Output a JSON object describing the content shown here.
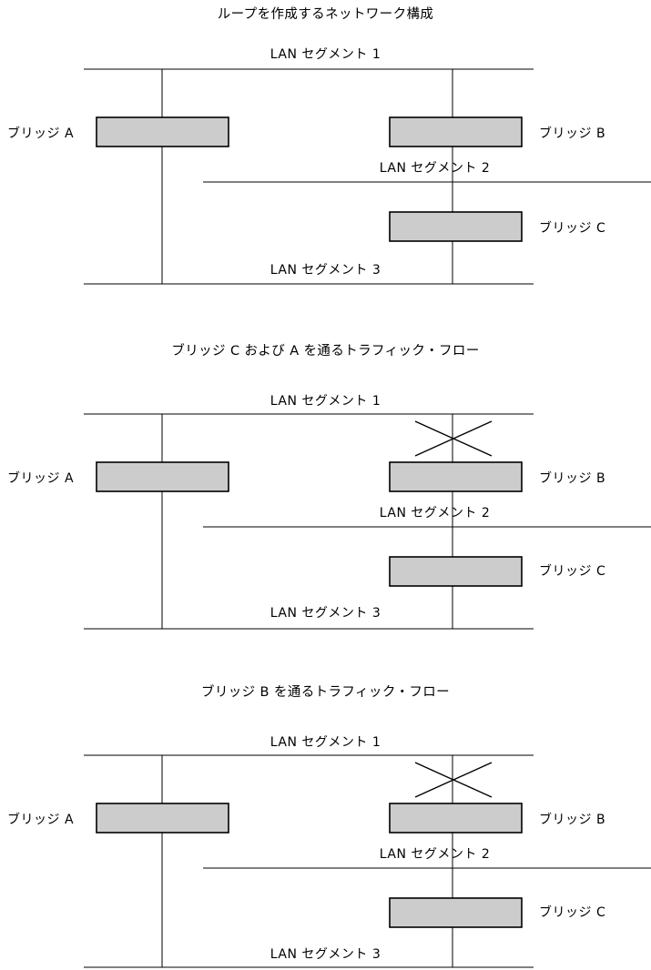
{
  "document": {
    "type": "network-topology-diagram-set",
    "language": "ja",
    "background_color": "#ffffff",
    "line_color": "#000000",
    "bridge_fill_color": "#cccccc"
  },
  "figures": [
    {
      "id": "figure-1",
      "title": "ループを作成するネットワーク構成",
      "segments": [
        {
          "id": "seg1",
          "label": "LAN セグメント 1"
        },
        {
          "id": "seg2",
          "label": "LAN セグメント 2"
        },
        {
          "id": "seg3",
          "label": "LAN セグメント 3"
        }
      ],
      "bridges": [
        {
          "id": "bridge-a",
          "label": "ブリッジ A",
          "label_side": "left"
        },
        {
          "id": "bridge-b",
          "label": "ブリッジ B",
          "label_side": "right"
        },
        {
          "id": "bridge-c",
          "label": "ブリッジ C",
          "label_side": "right"
        }
      ],
      "blocked_links": []
    },
    {
      "id": "figure-2",
      "title": "ブリッジ C および A を通るトラフィック・フロー",
      "segments": [
        {
          "id": "seg1",
          "label": "LAN セグメント 1"
        },
        {
          "id": "seg2",
          "label": "LAN セグメント 2"
        },
        {
          "id": "seg3",
          "label": "LAN セグメント 3"
        }
      ],
      "bridges": [
        {
          "id": "bridge-a",
          "label": "ブリッジ A",
          "label_side": "left"
        },
        {
          "id": "bridge-b",
          "label": "ブリッジ B",
          "label_side": "right"
        },
        {
          "id": "bridge-c",
          "label": "ブリッジ C",
          "label_side": "right"
        }
      ],
      "blocked_links": [
        {
          "bridge": "bridge-b",
          "segment": "seg1",
          "marker": "x-cross"
        }
      ]
    },
    {
      "id": "figure-3",
      "title": "ブリッジ B を通るトラフィック・フロー",
      "segments": [
        {
          "id": "seg1",
          "label": "LAN セグメント 1"
        },
        {
          "id": "seg2",
          "label": "LAN セグメント 2"
        },
        {
          "id": "seg3",
          "label": "LAN セグメント 3"
        }
      ],
      "bridges": [
        {
          "id": "bridge-a",
          "label": "ブリッジ A",
          "label_side": "left"
        },
        {
          "id": "bridge-b",
          "label": "ブリッジ B",
          "label_side": "right"
        },
        {
          "id": "bridge-c",
          "label": "ブリッジ C",
          "label_side": "right"
        }
      ],
      "blocked_links": [
        {
          "bridge": "bridge-b",
          "segment": "seg1",
          "marker": "x-cross"
        }
      ]
    }
  ]
}
